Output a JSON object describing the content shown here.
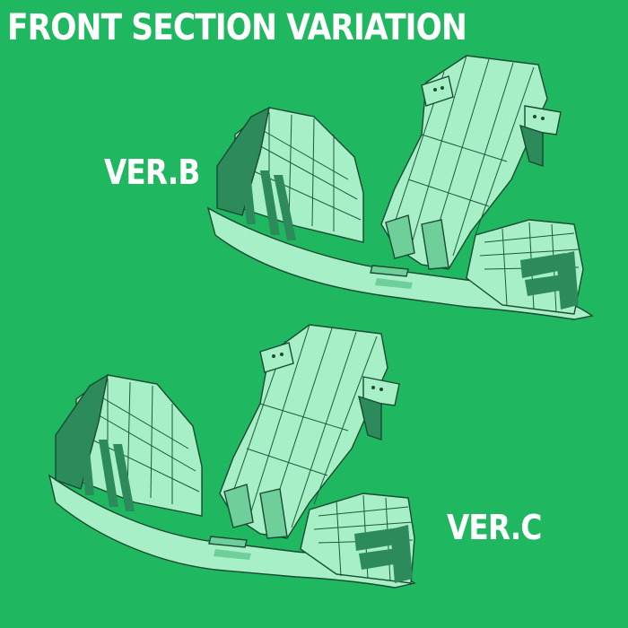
{
  "title": "FRONT SECTION VARIATION",
  "versions": [
    {
      "label": "VER.B"
    },
    {
      "label": "VER.C"
    }
  ],
  "colors": {
    "background": "#1fb860",
    "model_fill": "#a7efc6",
    "model_shade": "#6fcf9b",
    "model_line": "#1e5a3a",
    "text": "#ffffff"
  }
}
